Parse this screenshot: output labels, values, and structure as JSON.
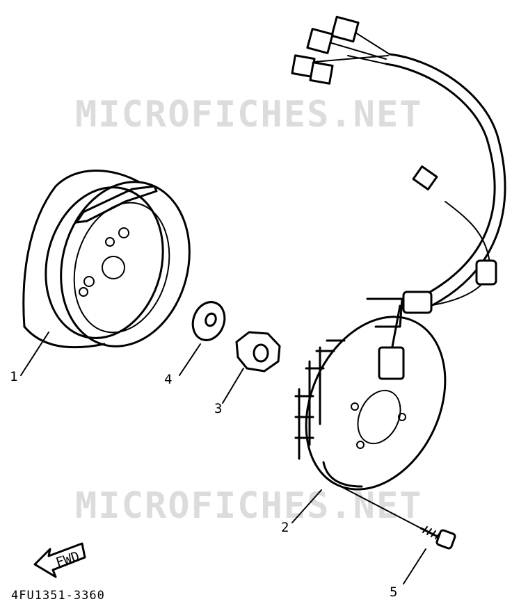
{
  "watermark": {
    "text_top": "MICROFICHES.NET",
    "text_bottom": "MICROFICHES.NET"
  },
  "callouts": [
    {
      "id": "1",
      "label": "1"
    },
    {
      "id": "2",
      "label": "2"
    },
    {
      "id": "3",
      "label": "3"
    },
    {
      "id": "4",
      "label": "4"
    },
    {
      "id": "5",
      "label": "5"
    }
  ],
  "arrow": {
    "label": "FWD"
  },
  "drawing_code": "4FU1351-3360",
  "colors": {
    "ink": "#000000",
    "watermark": "#dcdcdc",
    "paper": "#ffffff"
  }
}
